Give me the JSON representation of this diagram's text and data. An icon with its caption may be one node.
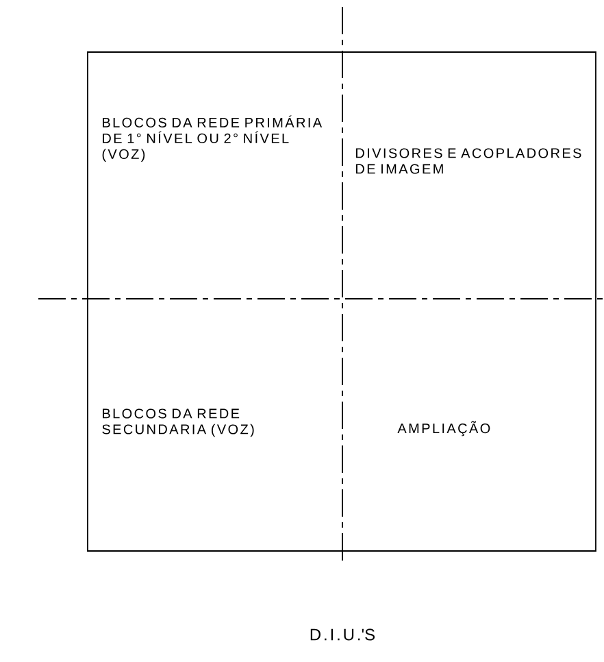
{
  "diagram": {
    "caption": "D.I.U.'S",
    "nodes": [
      {
        "text": [
          "BLOCOS DA REDE PRIMÁRIA DE 1° NÍVEL OU 2° NÍVEL (VOZ)",
          "DIVISORES E ACOPLADORES DE IMAGEM",
          "BLOCOS DA REDE SECUNDARIA (VOZ)",
          "AMPLIAÇÃO"
        ]
      }
    ]
  }
}
